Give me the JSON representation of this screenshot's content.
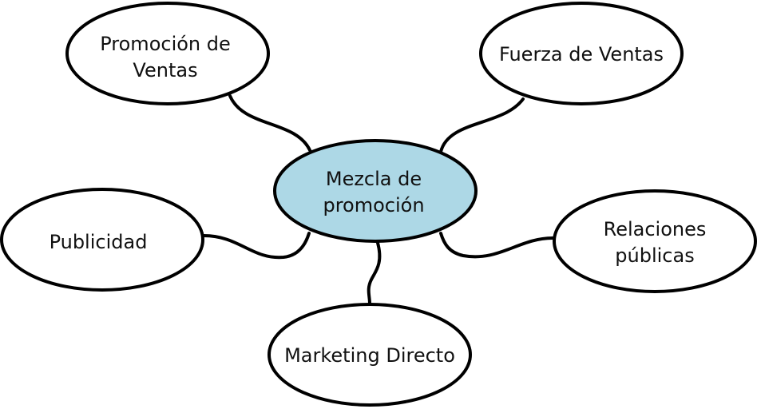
{
  "colors": {
    "center_fill": "#add8e6",
    "node_fill": "#ffffff",
    "stroke": "#000000"
  },
  "center": {
    "lines": [
      "Mezcla de",
      "promoción"
    ]
  },
  "nodes": [
    {
      "id": "promocion-ventas",
      "lines": [
        "Promoción de",
        "Ventas"
      ]
    },
    {
      "id": "fuerza-ventas",
      "lines": [
        "Fuerza de Ventas"
      ]
    },
    {
      "id": "publicidad",
      "lines": [
        "Publicidad"
      ]
    },
    {
      "id": "relaciones-publicas",
      "lines": [
        "Relaciones",
        "públicas"
      ]
    },
    {
      "id": "marketing-directo",
      "lines": [
        "Marketing Directo"
      ]
    }
  ]
}
